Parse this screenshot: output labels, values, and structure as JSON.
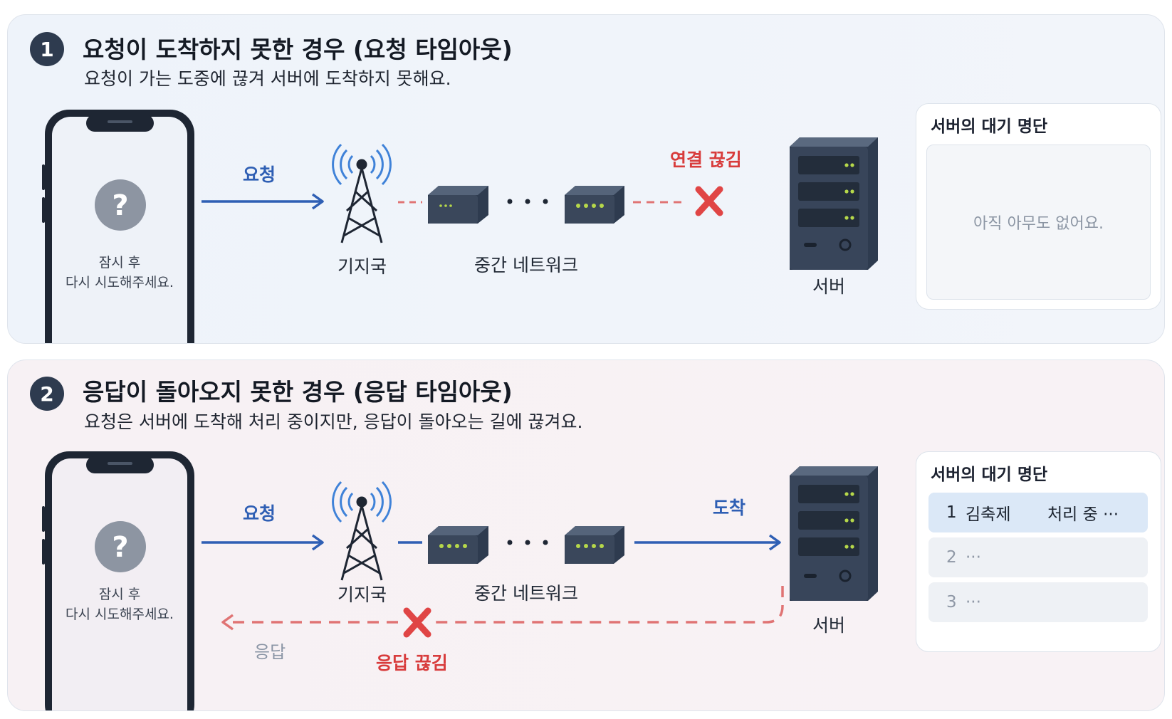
{
  "scenario1": {
    "number": "1",
    "title": "요청이 도착하지 못한 경우 (요청 타임아웃)",
    "subtitle": "요청이 가는 도중에 끊겨 서버에 도착하지 못해요.",
    "phone": {
      "icon": "?",
      "line1": "잠시 후",
      "line2": "다시 시도해주세요."
    },
    "request_label": "요청",
    "tower_label": "기지국",
    "network_label": "중간 네트워크",
    "cut_label": "연결 끊김",
    "server_label": "서버",
    "queue": {
      "title": "서버의 대기 명단",
      "empty_text": "아직 아무도 없어요."
    }
  },
  "scenario2": {
    "number": "2",
    "title": "응답이 돌아오지 못한 경우 (응답 타임아웃)",
    "subtitle": "요청은 서버에 도착해 처리 중이지만, 응답이 돌아오는 길에 끊겨요.",
    "phone": {
      "icon": "?",
      "line1": "잠시 후",
      "line2": "다시 시도해주세요."
    },
    "request_label": "요청",
    "tower_label": "기지국",
    "network_label": "중간 네트워크",
    "arrive_label": "도착",
    "response_label": "응답",
    "cut_label": "응답 끊김",
    "server_label": "서버",
    "queue": {
      "title": "서버의 대기 명단",
      "rows": [
        {
          "num": "1",
          "name": "김축제",
          "status": "처리 중 ···"
        },
        {
          "num": "2",
          "name": "···",
          "status": ""
        },
        {
          "num": "3",
          "name": "···",
          "status": ""
        }
      ]
    }
  },
  "colors": {
    "request_blue": "#2f5fb4",
    "tower_wave_blue": "#3f82d8",
    "cut_red": "#d83c3c",
    "device_dark": "#2e3b4f",
    "led_green": "#b6d84a"
  },
  "icons": [
    "question-icon",
    "cell-tower-icon",
    "network-node-icon",
    "server-icon",
    "cross-icon",
    "arrow-icon"
  ]
}
